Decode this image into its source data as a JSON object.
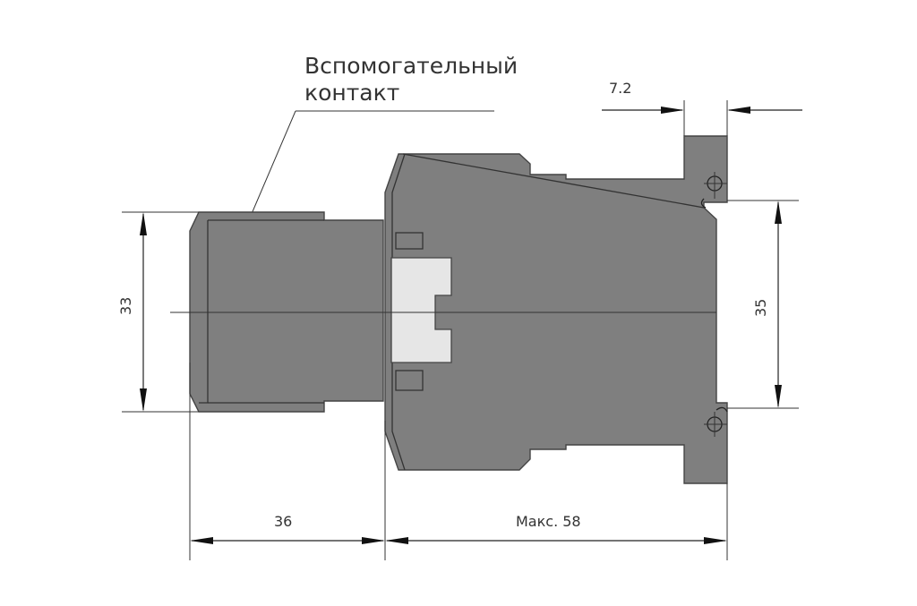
{
  "callout": {
    "line1": "Вспомогательный",
    "line2": "контакт"
  },
  "dimensions": {
    "top_offset": "7.2",
    "left_height": "33",
    "right_height": "35",
    "aux_width": "36",
    "main_width": "Макс. 58"
  },
  "colors": {
    "body": "#7f7f7f",
    "window": "#e6e6e6",
    "outline": "#444444",
    "dimension": "#222222"
  }
}
